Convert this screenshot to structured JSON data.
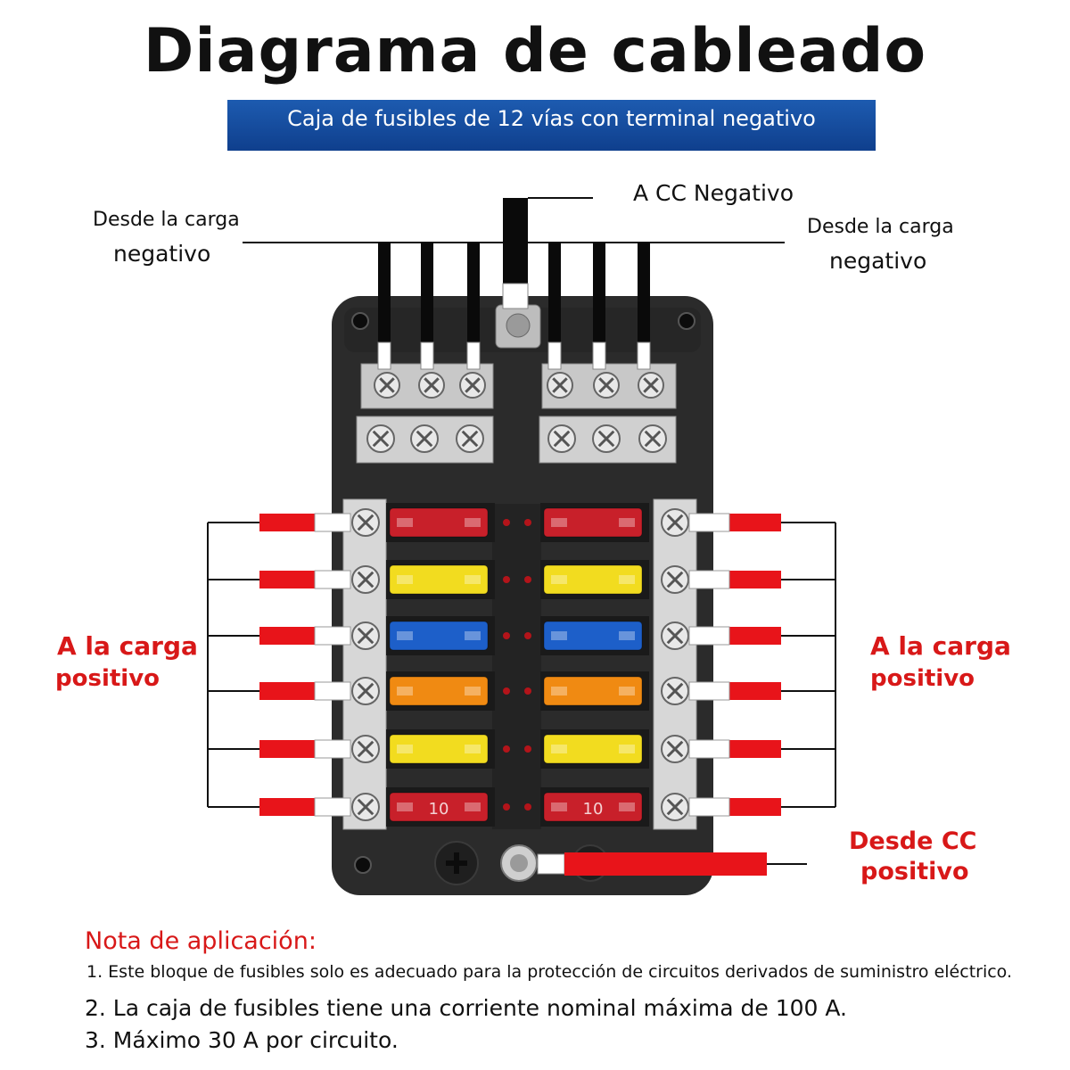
{
  "header": {
    "title": "Diagrama de cableado",
    "subtitle": "Caja de fusibles de 12 vías con terminal negativo"
  },
  "labels": {
    "to_dc_negative": "A CC Negativo",
    "from_load_left_line1": "Desde la carga",
    "from_load_left_line2": "negativo",
    "from_load_right_line1": "Desde la carga",
    "from_load_right_line2": "negativo",
    "to_load_left_line1": "A la carga",
    "to_load_left_line2": "positivo",
    "to_load_right_line1": "A la carga",
    "to_load_right_line2": "positivo",
    "from_dc_line1": "Desde CC",
    "from_dc_line2": "positivo"
  },
  "fuses": {
    "left": [
      {
        "color": "#c8202a",
        "rating": ""
      },
      {
        "color": "#f2dc1f",
        "rating": ""
      },
      {
        "color": "#1d5fc9",
        "rating": ""
      },
      {
        "color": "#f08a12",
        "rating": ""
      },
      {
        "color": "#f2dc1f",
        "rating": ""
      },
      {
        "color": "#c8202a",
        "rating": "10"
      }
    ],
    "right": [
      {
        "color": "#c8202a",
        "rating": ""
      },
      {
        "color": "#f2dc1f",
        "rating": ""
      },
      {
        "color": "#1d5fc9",
        "rating": ""
      },
      {
        "color": "#f08a12",
        "rating": ""
      },
      {
        "color": "#f2dc1f",
        "rating": ""
      },
      {
        "color": "#c8202a",
        "rating": "10"
      }
    ]
  },
  "colors": {
    "wire_red": "#e8141a",
    "wire_black": "#0a0a0a",
    "box_body": "#2b2b2b",
    "label_red": "#d81818",
    "banner_blue": "#1550a8"
  },
  "notes": {
    "title": "Nota de aplicación:",
    "items": [
      "1. Este bloque de fusibles solo es adecuado para la protección de circuitos derivados de suministro eléctrico.",
      "2. La caja de fusibles tiene una corriente nominal máxima de 100 A.",
      "3. Máximo 30 A por circuito."
    ]
  }
}
